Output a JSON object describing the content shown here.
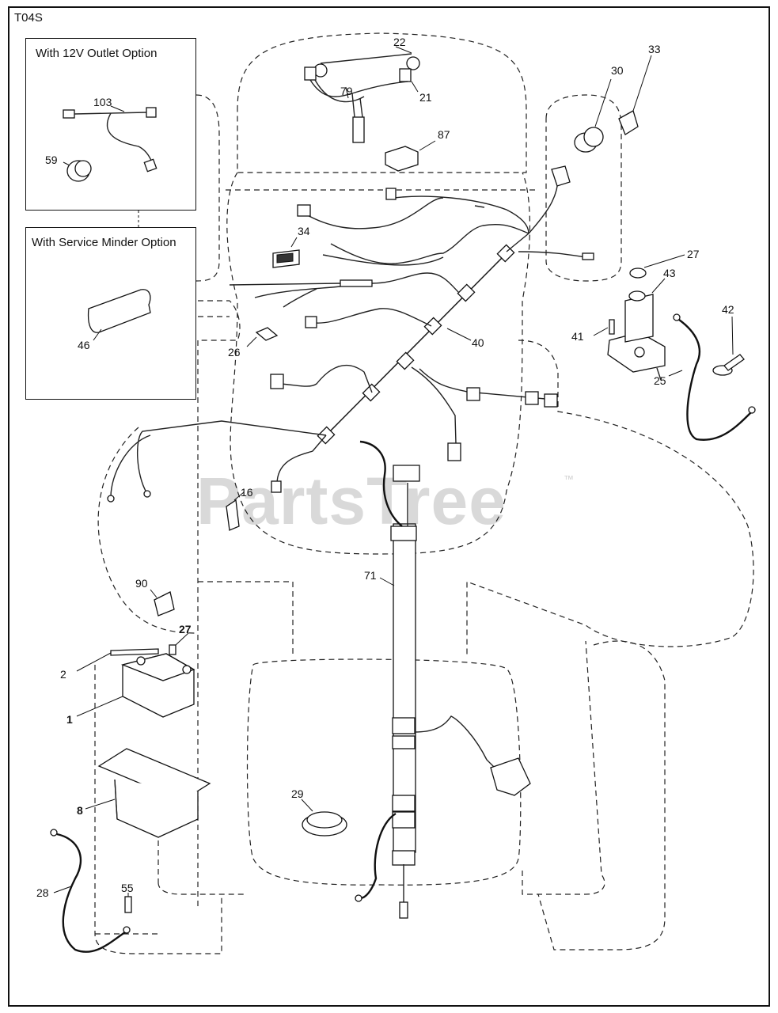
{
  "diagram_id": "T04S",
  "options": {
    "outlet": {
      "title": "With 12V Outlet Option"
    },
    "minder": {
      "title": "With Service Minder Option"
    }
  },
  "watermark": {
    "text": "PartsTree",
    "tm": "™"
  },
  "callouts": [
    "22",
    "79",
    "21",
    "87",
    "33",
    "30",
    "103",
    "59",
    "34",
    "40",
    "27",
    "43",
    "42",
    "41",
    "25",
    "46",
    "26",
    "16",
    "71",
    "90",
    "27",
    "2",
    "1",
    "8",
    "29",
    "28",
    "55"
  ]
}
